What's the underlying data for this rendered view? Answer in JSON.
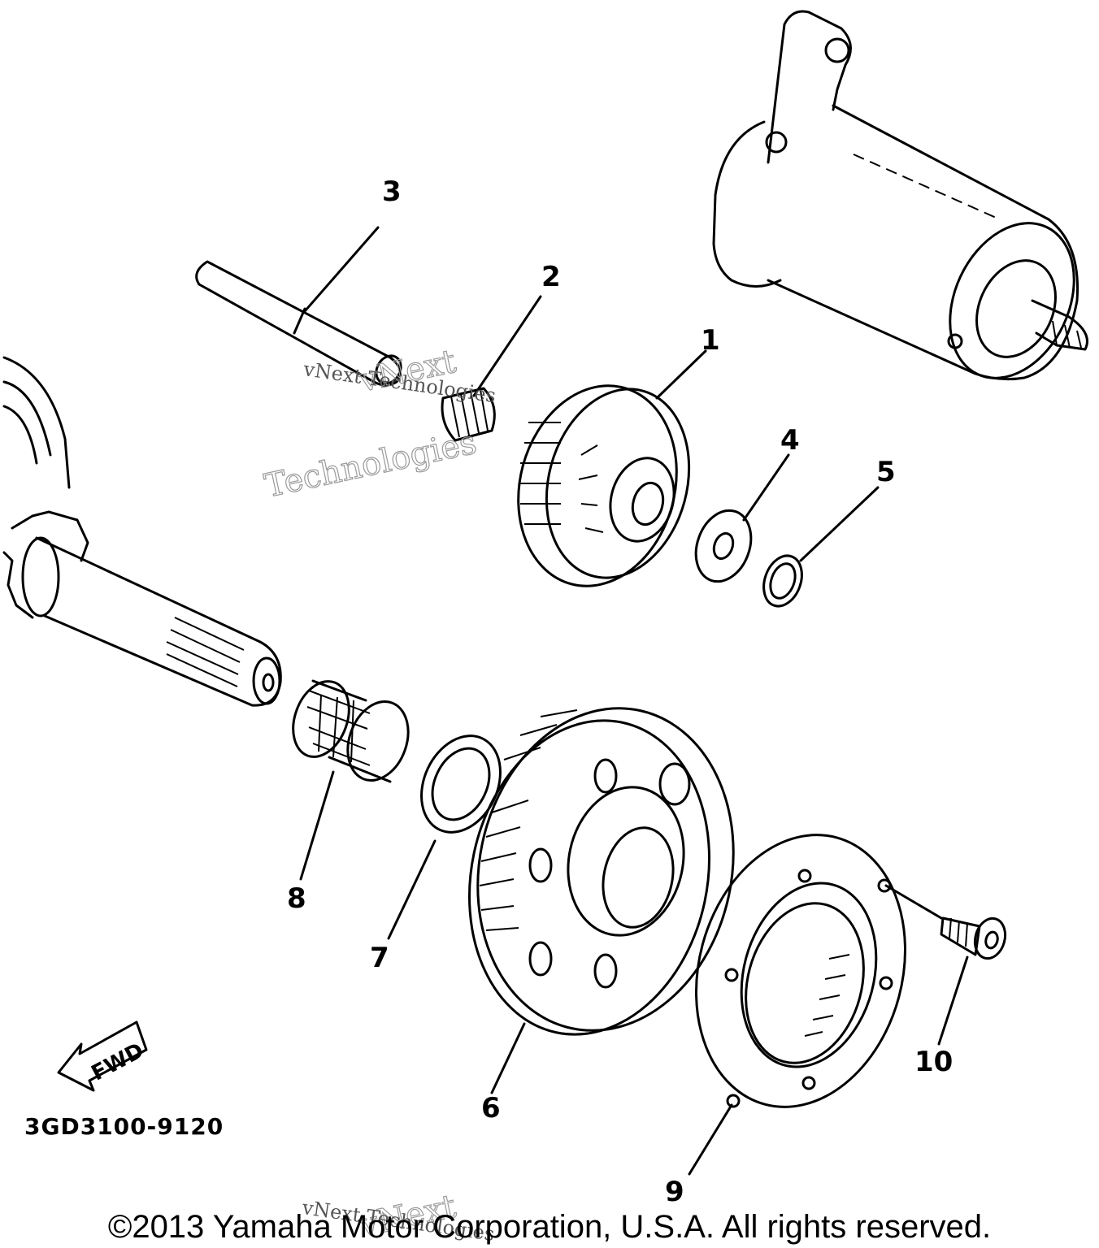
{
  "diagram": {
    "parts": [
      {
        "label": "1"
      },
      {
        "label": "2"
      },
      {
        "label": "3"
      },
      {
        "label": "4"
      },
      {
        "label": "5"
      },
      {
        "label": "6"
      },
      {
        "label": "7"
      },
      {
        "label": "8"
      },
      {
        "label": "9"
      },
      {
        "label": "10"
      }
    ],
    "direction_label": "FWD",
    "drawing_code": "3GD3100-9120",
    "watermark": {
      "large_line1": "vNext",
      "large_line2": "Technologies",
      "small": "vNext Technologies"
    }
  },
  "footer": {
    "copyright": "©2013 Yamaha Motor Corporation, U.S.A. All rights reserved."
  }
}
